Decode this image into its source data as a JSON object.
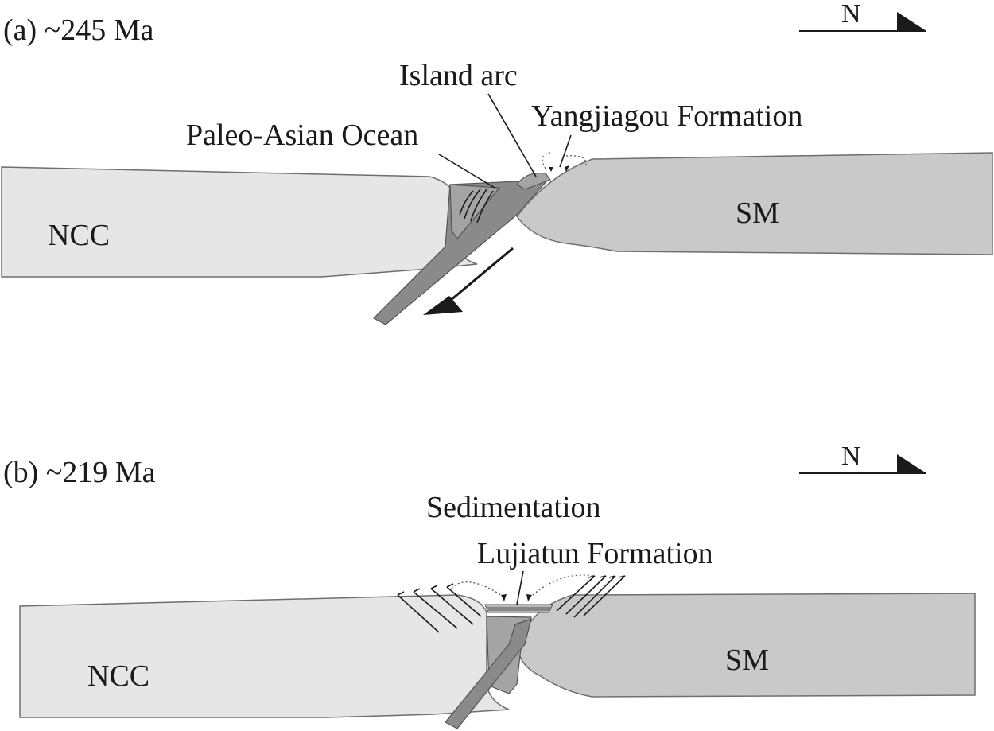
{
  "panels": [
    {
      "label": "(a) ~245 Ma",
      "north": "N",
      "plates": {
        "left": "NCC",
        "right": "SM"
      },
      "annotations": {
        "ocean": "Paleo-Asian Ocean",
        "arc": "Island arc",
        "formation": "Yangjiagou Formation"
      }
    },
    {
      "label": "(b) ~219 Ma",
      "north": "N",
      "plates": {
        "left": "NCC",
        "right": "SM"
      },
      "annotations": {
        "process": "Sedimentation",
        "formation": "Lujiatun Formation"
      }
    }
  ],
  "colors": {
    "ncc": "#e6e6e6",
    "sm": "#c9c9c9",
    "slab": "#8a8a8a",
    "ink": "#1a1a1a"
  }
}
